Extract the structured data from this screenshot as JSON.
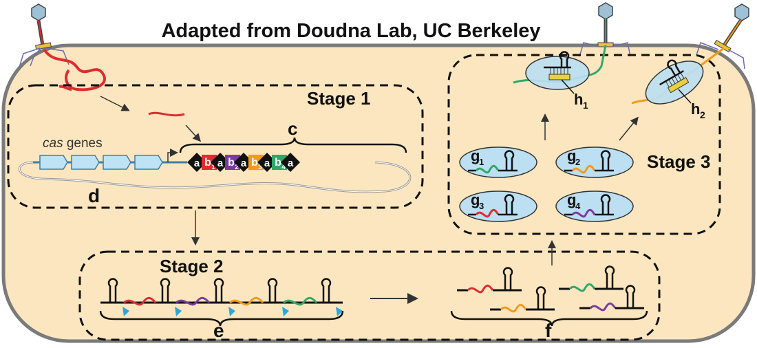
{
  "title": "Adapted from Doudna Lab, UC Berkeley",
  "stages": {
    "stage1": "Stage 1",
    "stage2": "Stage 2",
    "stage3": "Stage 3"
  },
  "labels": {
    "c": "c",
    "d": "d",
    "e": "e",
    "f": "f",
    "cas_italic": "cas",
    "cas_rest": " genes"
  },
  "array": {
    "repeat": "a",
    "spacers": [
      {
        "letter": "b",
        "sub": "1",
        "color": "#e02b2f"
      },
      {
        "letter": "b",
        "sub": "2",
        "color": "#7b3aa0"
      },
      {
        "letter": "b",
        "sub": "3",
        "color": "#f39a1e"
      },
      {
        "letter": "b",
        "sub": "4",
        "color": "#2fa866"
      }
    ]
  },
  "guides": [
    {
      "letter": "g",
      "sub": "1",
      "color": "#2fa866"
    },
    {
      "letter": "g",
      "sub": "2",
      "color": "#f39a1e"
    },
    {
      "letter": "g",
      "sub": "3",
      "color": "#e02b2f"
    },
    {
      "letter": "g",
      "sub": "4",
      "color": "#7b3aa0"
    }
  ],
  "complexes": [
    {
      "letter": "h",
      "sub": "1",
      "color": "#2fa866"
    },
    {
      "letter": "h",
      "sub": "2",
      "color": "#f39a1e"
    }
  ],
  "colors": {
    "cell_fill": "#fbe6bf",
    "cell_stroke": "#7a7a7a",
    "ellipse_fill": "#bcdff2",
    "cas_fill": "#bfe3f5",
    "cas_stroke": "#3c7fa8",
    "viral": "#e02b2f",
    "cleave": "#2aa7e0"
  }
}
